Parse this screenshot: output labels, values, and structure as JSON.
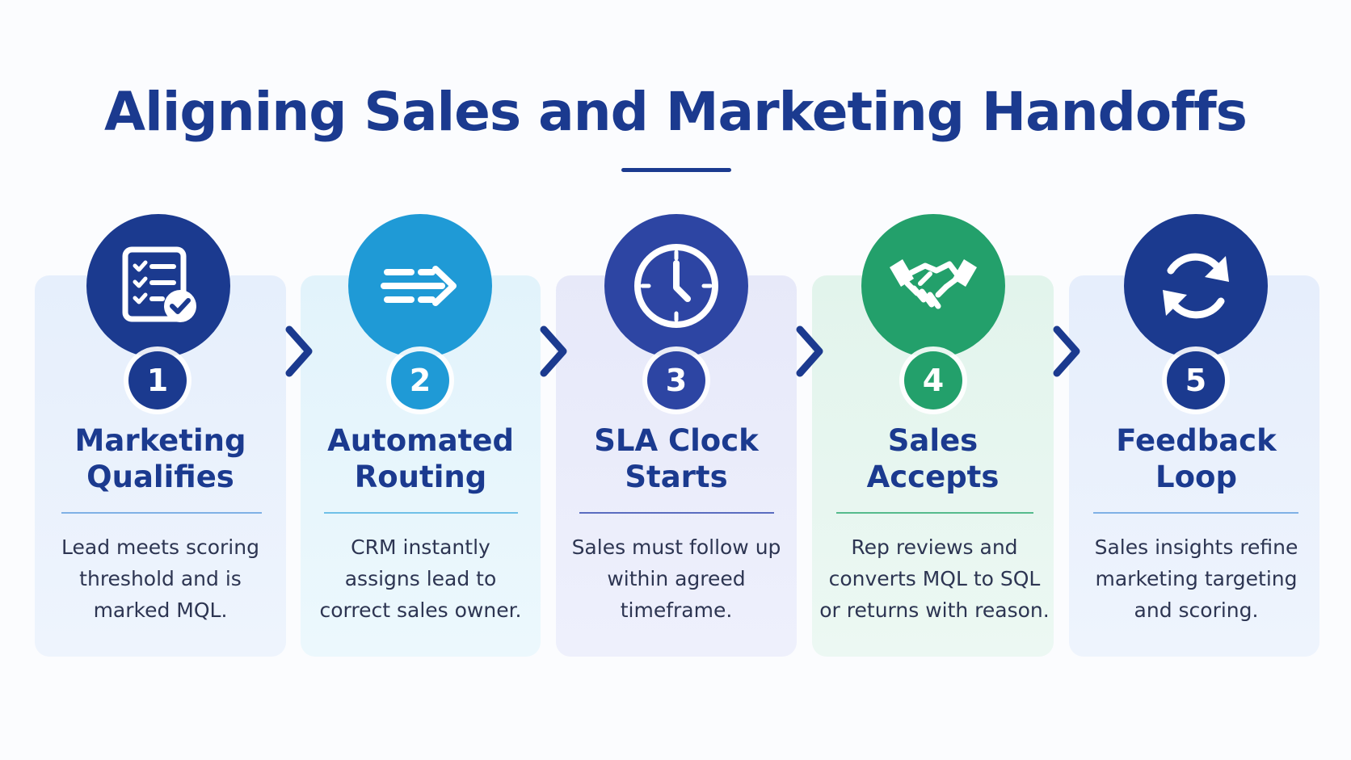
{
  "title": "Aligning Sales and Marketing Handoffs",
  "steps": [
    {
      "number": "1",
      "title_line1": "Marketing",
      "title_line2": "Qualifies",
      "desc_line1": "Lead meets scoring",
      "desc_line2": "threshold and is",
      "desc_line3": "marked MQL.",
      "icon": "checklist-icon",
      "color": "#1b3a8f"
    },
    {
      "number": "2",
      "title_line1": "Automated",
      "title_line2": "Routing",
      "desc_line1": "CRM instantly",
      "desc_line2": "assigns lead to",
      "desc_line3": "correct sales owner.",
      "icon": "routing-arrow-icon",
      "color": "#1f9ad6"
    },
    {
      "number": "3",
      "title_line1": "SLA Clock",
      "title_line2": "Starts",
      "desc_line1": "Sales must follow up",
      "desc_line2": "within agreed",
      "desc_line3": "timeframe.",
      "icon": "clock-icon",
      "color": "#2d45a3"
    },
    {
      "number": "4",
      "title_line1": "Sales",
      "title_line2": "Accepts",
      "desc_line1": "Rep reviews and",
      "desc_line2": "converts MQL to SQL",
      "desc_line3": "or returns with reason.",
      "icon": "handshake-icon",
      "color": "#23a06b"
    },
    {
      "number": "5",
      "title_line1": "Feedback",
      "title_line2": "Loop",
      "desc_line1": "Sales insights refine",
      "desc_line2": "marketing targeting",
      "desc_line3": "and scoring.",
      "icon": "refresh-loop-icon",
      "color": "#1b3a8f"
    }
  ]
}
